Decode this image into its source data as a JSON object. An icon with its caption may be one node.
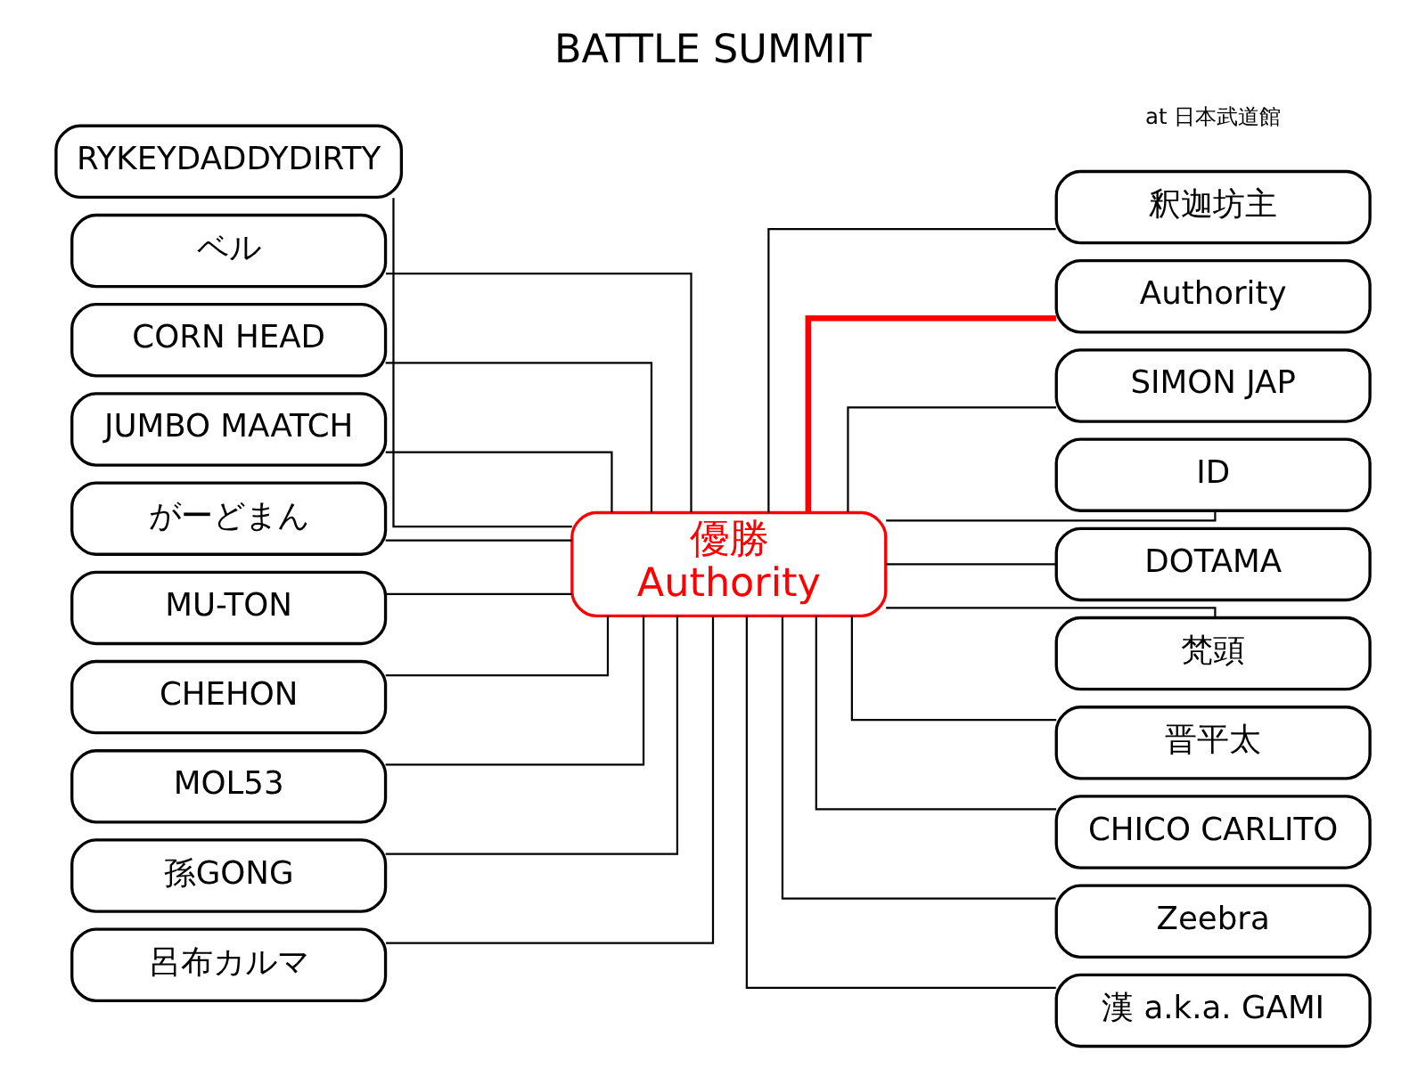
{
  "diagram": {
    "title": "BATTLE SUMMIT",
    "caption": "at 日本武道館",
    "nodes": [
      {
        "text": [
          "RYKEYDADDYDIRTY"
        ]
      },
      {
        "text": [
          "ベル"
        ]
      },
      {
        "text": [
          "CORN HEAD"
        ]
      },
      {
        "text": [
          "JUMBO MAATCH"
        ]
      },
      {
        "text": [
          "がーどまん"
        ]
      },
      {
        "text": [
          "MU-TON"
        ]
      },
      {
        "text": [
          "CHEHON"
        ]
      },
      {
        "text": [
          "MOL53"
        ]
      },
      {
        "text": [
          "孫GONG"
        ]
      },
      {
        "text": [
          "呂布カルマ"
        ]
      },
      {
        "text": [
          "優勝",
          "Authority"
        ]
      },
      {
        "text": [
          "釈迦坊主"
        ]
      },
      {
        "text": [
          "Authority"
        ]
      },
      {
        "text": [
          "SIMON JAP"
        ]
      },
      {
        "text": [
          "ID"
        ]
      },
      {
        "text": [
          "DOTAMA"
        ]
      },
      {
        "text": [
          "梵頭"
        ]
      },
      {
        "text": [
          "晋平太"
        ]
      },
      {
        "text": [
          "CHICO CARLITO"
        ]
      },
      {
        "text": [
          "Zeebra"
        ]
      },
      {
        "text": [
          "漢 a.k.a. GAMI"
        ]
      }
    ],
    "edges": [
      {
        "from": 0,
        "to": 10,
        "arrow": "none"
      },
      {
        "from": 1,
        "to": 10,
        "arrow": "none"
      },
      {
        "from": 2,
        "to": 10,
        "arrow": "none"
      },
      {
        "from": 3,
        "to": 10,
        "arrow": "none"
      },
      {
        "from": 4,
        "to": 10,
        "arrow": "none"
      },
      {
        "from": 5,
        "to": 10,
        "arrow": "none"
      },
      {
        "from": 6,
        "to": 10,
        "arrow": "none"
      },
      {
        "from": 7,
        "to": 10,
        "arrow": "none"
      },
      {
        "from": 8,
        "to": 10,
        "arrow": "none"
      },
      {
        "from": 9,
        "to": 10,
        "arrow": "none"
      },
      {
        "from": 10,
        "to": 11,
        "arrow": "none"
      },
      {
        "from": 10,
        "to": 12,
        "arrow": "none",
        "style": "thick",
        "color": "#ff0000"
      },
      {
        "from": 10,
        "to": 13,
        "arrow": "none"
      },
      {
        "from": 10,
        "to": 14,
        "arrow": "none"
      },
      {
        "from": 10,
        "to": 15,
        "arrow": "none"
      },
      {
        "from": 10,
        "to": 16,
        "arrow": "none"
      },
      {
        "from": 10,
        "to": 17,
        "arrow": "none"
      },
      {
        "from": 10,
        "to": 18,
        "arrow": "none"
      },
      {
        "from": 10,
        "to": 19,
        "arrow": "none"
      },
      {
        "from": 10,
        "to": 20,
        "arrow": "none"
      }
    ]
  }
}
